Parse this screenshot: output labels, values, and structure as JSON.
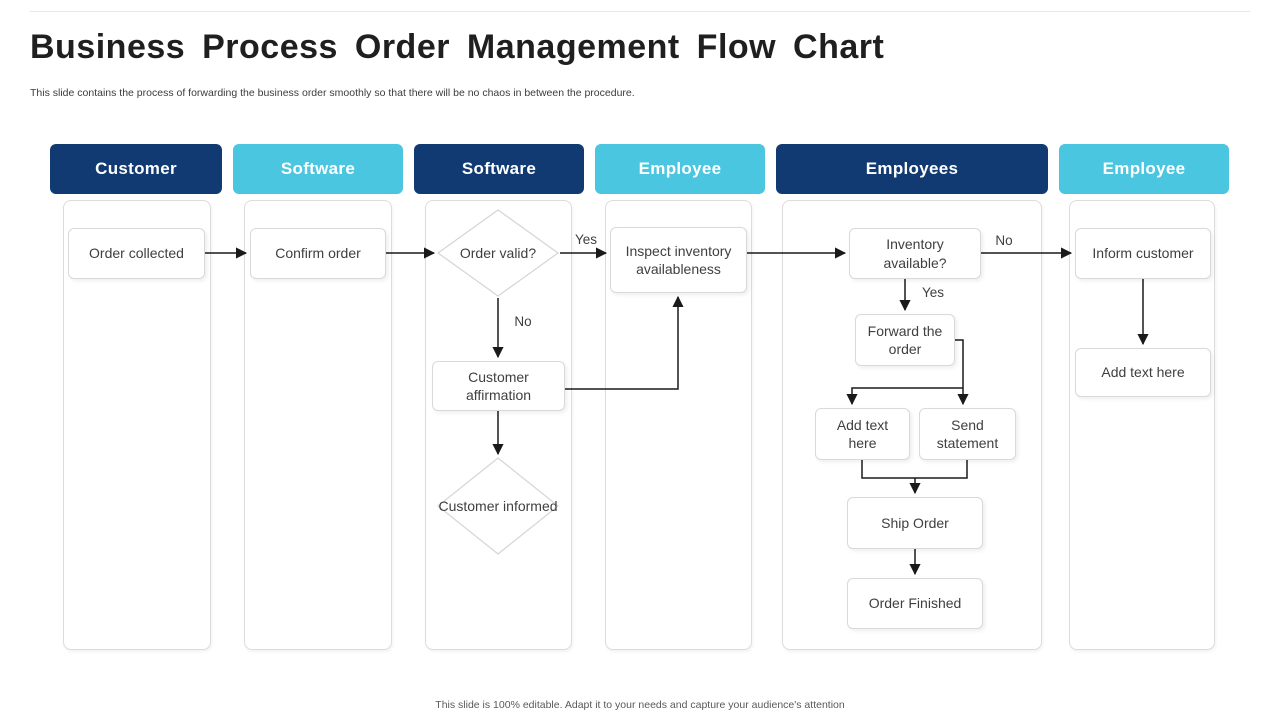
{
  "slide": {
    "title": "Business Process Order Management Flow Chart",
    "subtitle": "This slide contains the process of forwarding the business order smoothly so that there will be no chaos in between the procedure.",
    "footer": "This slide is 100% editable. Adapt it to your needs and capture your audience's attention"
  },
  "colors": {
    "dark_blue": "#113A72",
    "light_blue": "#4AC6E0",
    "arrow": "#1a1a1a",
    "box_border": "#d9d9d9",
    "text": "#3f3f3f"
  },
  "lanes": [
    {
      "label": "Customer",
      "style": "dark"
    },
    {
      "label": "Software",
      "style": "light"
    },
    {
      "label": "Software",
      "style": "dark"
    },
    {
      "label": "Employee",
      "style": "light"
    },
    {
      "label": "Employees",
      "style": "dark"
    },
    {
      "label": "Employee",
      "style": "light"
    }
  ],
  "nodes": {
    "order_collected": "Order collected",
    "confirm_order": "Confirm order",
    "order_valid": "Order valid?",
    "inspect_inventory": "Inspect inventory availableness",
    "customer_affirmation": "Customer affirmation",
    "customer_informed": "Customer informed",
    "inventory_available": "Inventory available?",
    "forward_order": "Forward the order",
    "add_text_here_1": "Add text here",
    "send_statement": "Send statement",
    "ship_order": "Ship Order",
    "order_finished": "Order Finished",
    "inform_customer": "Inform customer",
    "add_text_here_2": "Add text here"
  },
  "edge_labels": {
    "order_valid_yes": "Yes",
    "order_valid_no": "No",
    "inventory_no": "No",
    "inventory_yes": "Yes"
  }
}
